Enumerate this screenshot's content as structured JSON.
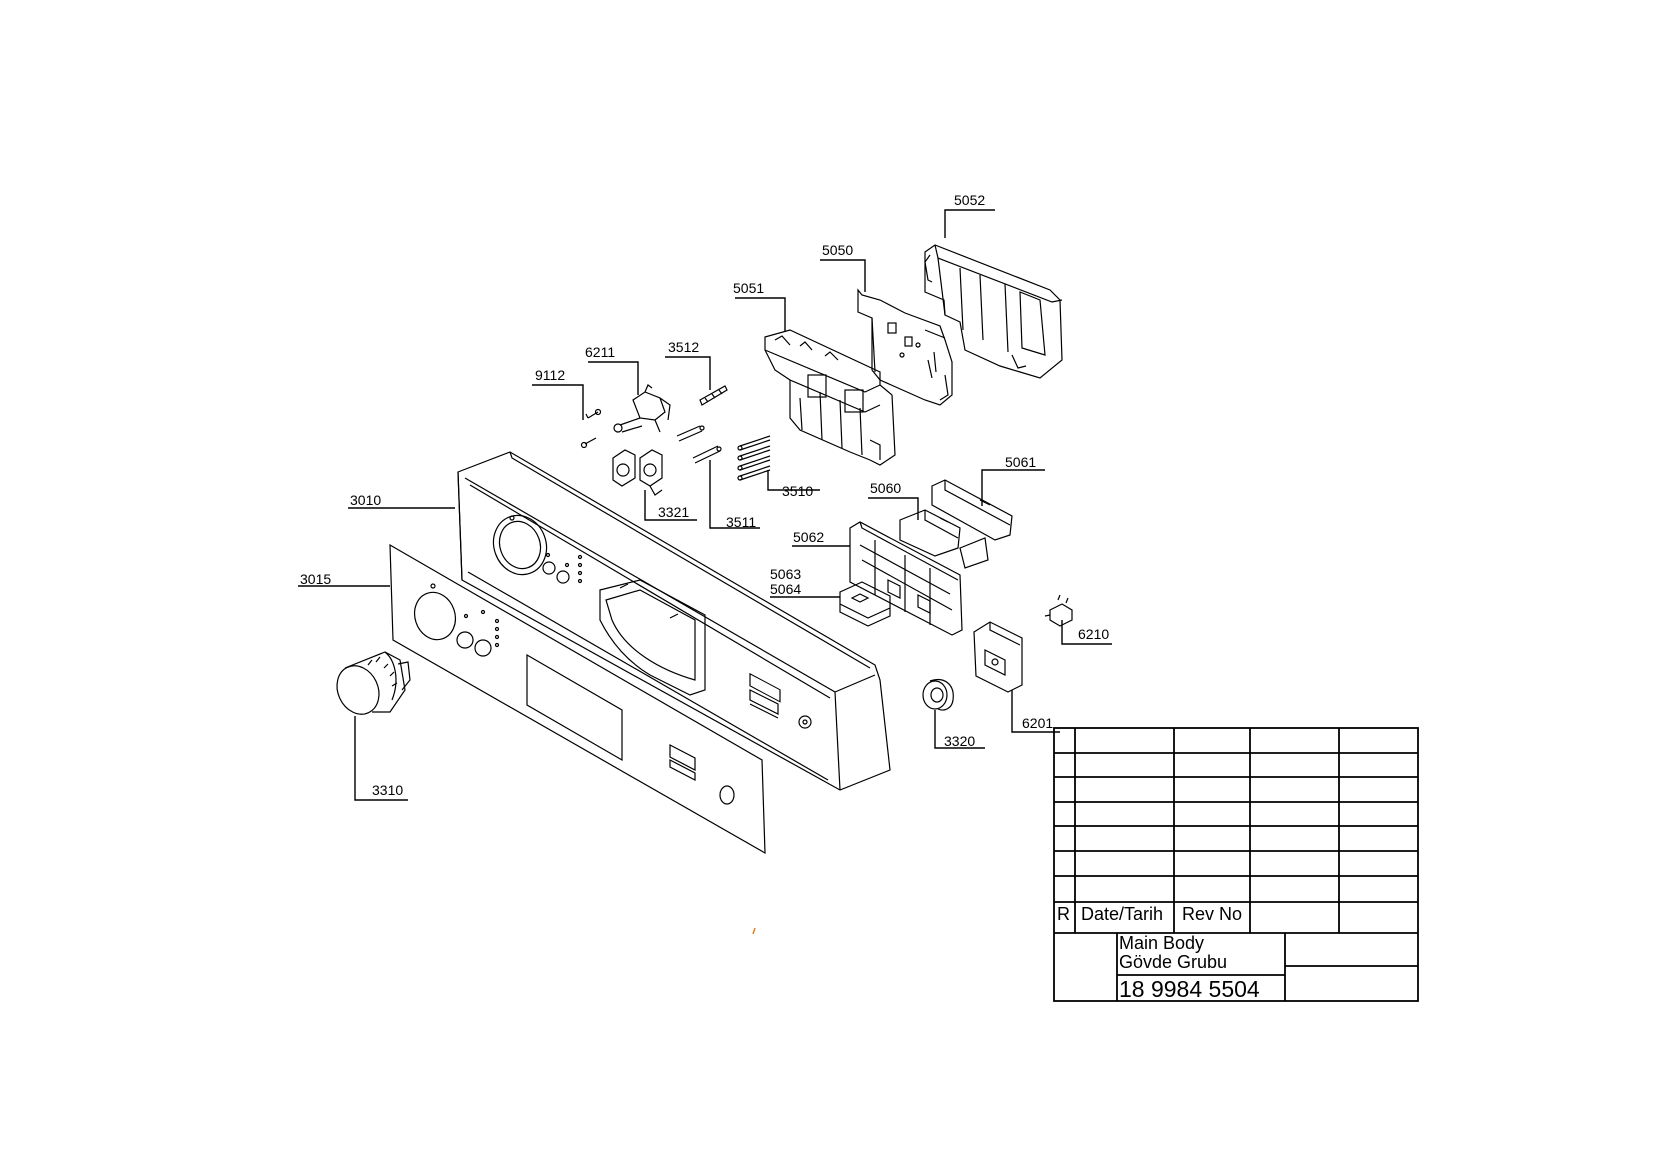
{
  "callouts": {
    "c5052": "5052",
    "c5050": "5050",
    "c5051": "5051",
    "c3512": "3512",
    "c6211": "6211",
    "c9112": "9112",
    "c5061": "5061",
    "c5060": "5060",
    "c3510": "3510",
    "c3010": "3010",
    "c3321": "3321",
    "c3511": "3511",
    "c5062": "5062",
    "c3015": "3015",
    "c5063": "5063",
    "c5064": "5064",
    "c6210": "6210",
    "c6201": "6201",
    "c3320": "3320",
    "c3310": "3310"
  },
  "title_block": {
    "rev_col": "R",
    "date_col": "Date/Tarih",
    "revno_col": "Rev No",
    "title_line1": "Main Body",
    "title_line2": "Gövde Grubu",
    "drawing_number": "18 9984 5504"
  }
}
